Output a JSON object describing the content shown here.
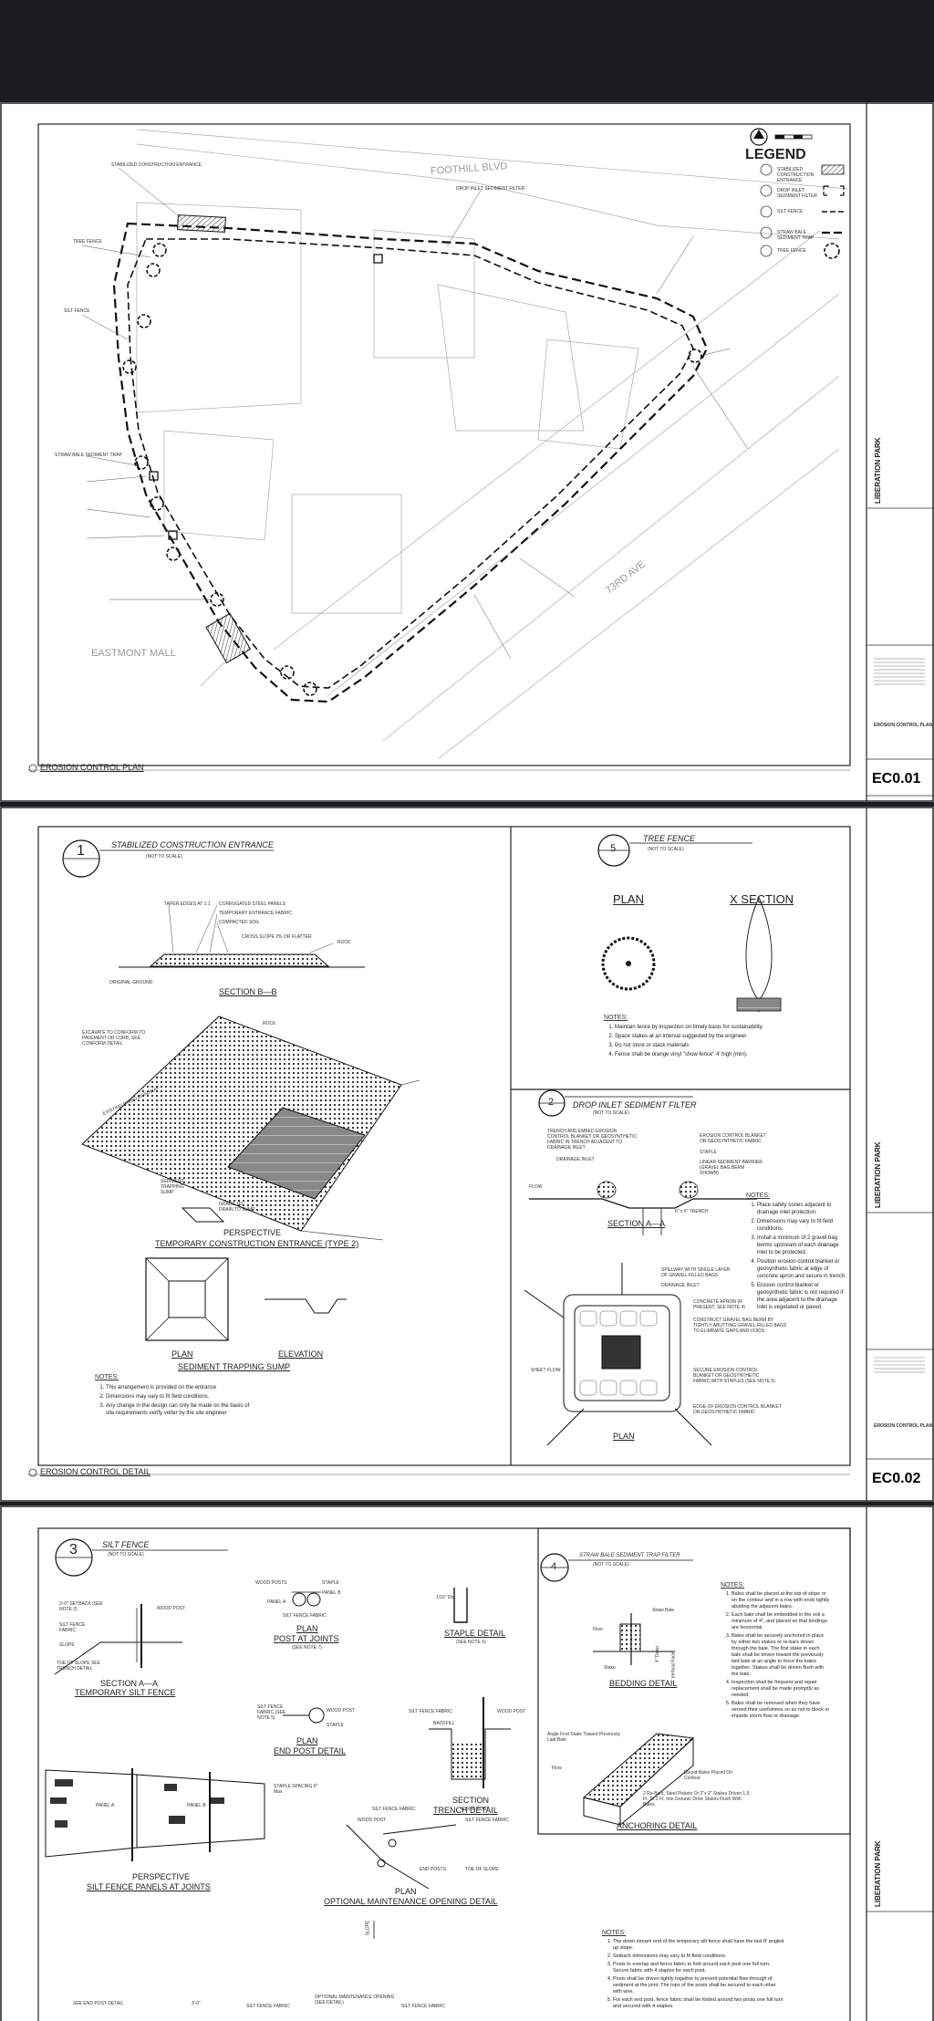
{
  "legend": {
    "title": "LEGEND",
    "items": [
      "STABILIZED CONSTRUCTION ENTRANCE",
      "DROP INLET SEDIMENT FILTER",
      "SILT FENCE",
      "STRAW BALE SEDIMENT TRAP",
      "TREE FENCE"
    ]
  },
  "sheet1": {
    "street_top": "FOOTHILL BLVD",
    "street_right": "73RD AVE",
    "mall": "EASTMONT MALL",
    "title": "EROSION CONTROL PLAN",
    "project": "LIBERATION PARK",
    "sheet_title": "EROSION CONTROL PLAN",
    "sheet_number": "EC0.01",
    "callouts": [
      "STABILIZED CONSTRUCTION ENTRANCE",
      "TREE FENCE",
      "SILT FENCE",
      "STRAW BALE SEDIMENT TRAP",
      "DROP INLET SEDIMENT FILTER"
    ]
  },
  "sheet2": {
    "detail1_num": "1",
    "detail1_title": "STABILIZED CONSTRUCTION ENTRANCE",
    "detail1_nts": "(NOT TO SCALE)",
    "section_bb": "SECTION B—B",
    "labels_bb": [
      "TAPER EDGES AT 1:1",
      "CORRUGATED STEEL PANELS",
      "TEMPORARY ENTRANCE FABRIC",
      "COMPACTED SOIL",
      "CROSS SLOPE 2% OR FLATTER",
      "ROCK",
      "ORIGINAL GROUND"
    ],
    "persp_label1": "PERSPECTIVE",
    "persp_label2": "TEMPORARY CONSTRUCTION ENTRANCE (TYPE 2)",
    "persp_callouts": [
      "EXCAVATE TO CONFORM TO PAVEMENT OR CURB, SEE CONFORM DETAIL",
      "EXISTING PAVED ROADWAY",
      "ROCK",
      "SEDIMENT TRAPPING SUMP",
      "GRADE TO DRAIN TO SUMP"
    ],
    "plan": "PLAN",
    "elevation": "ELEVATION",
    "sump_title": "SEDIMENT TRAPPING SUMP",
    "notes_title": "NOTES:",
    "notes1": [
      "This arrangement is provided on the entrance",
      "Dimensions may vary to fit field conditions.",
      "Any change in the design can only be made on the basis of site requirements verify vetter by the site engineer"
    ],
    "detail5_num": "5",
    "detail5_title": "TREE FENCE",
    "detail5_nts": "(NOT TO SCALE)",
    "tf_plan": "PLAN",
    "tf_xsection": "X SECTION",
    "notes5": [
      "Maintain fence by inspection on timely basis for sustainability.",
      "Space stakes at an interval suggested by the engineer",
      "Do not store or stack materials",
      "Fence shall be orange vinyl \"show fence\" 4' high (min)."
    ],
    "detail2_num": "2",
    "detail2_title": "DROP INLET SEDIMENT FILTER",
    "detail2_nts": "(NOT TO SCALE)",
    "section_aa": "SECTION A—A",
    "di_plan": "PLAN",
    "di_callouts": [
      "TRENCH AND EMBED EROSION CONTROL BLANKET OR GEOSYNTHETIC FABRIC IN TRENCH ADJACENT TO DRAINAGE INLET",
      "DRAINAGE INLET",
      "FLOW",
      "EROSION CONTROL BLANKET OR GEOSYNTHETIC FABRIC",
      "STAPLE",
      "LINEAR SEDIMENT BARRIER (GRAVEL BAG BERM SHOWN)",
      "6\" x 6\" TRENCH",
      "SPILLWAY WITH SINGLE LAYER OF GRAVEL-FILLED BAGS",
      "DRAINAGE INLET",
      "CONCRETE APRON (IF PRESENT, SEE NOTE 4)",
      "CONSTRUCT GRAVEL BAG BERM BY TIGHTLY ABUTTING GRAVEL-FILLED BAGS TO ELIMINATE GAPS AND VOIDS",
      "SHEET FLOW",
      "SECURE EROSION CONTROL BLANKET OR GEOSYNTHETIC FABRIC WITH STAPLES (SEE NOTE 5)",
      "EDGE OF EROSION CONTROL BLANKET OR GEOSYNTHETIC FABRIC"
    ],
    "notes2": [
      "Place safety cones adjacent to drainage inlet protection.",
      "Dimensions may vary to fit field conditions.",
      "Install a minimum of 2 gravel bag berms upstream of each drainage inlet to be protected.",
      "Position erosion control blanket or geosynthetic fabric at edge of concrete apron and secure in trench.",
      "Erosion control blanket or geosynthetic fabric is not required if the area adjacent to the drainage inlet is vegetated or paved."
    ],
    "title": "EROSION CONTROL DETAIL",
    "project": "LIBERATION PARK",
    "sheet_title": "EROSION CONTROL PLAN",
    "sheet_number": "EC0.02"
  },
  "sheet3": {
    "detail3_num": "3",
    "detail3_title": "SILT FENCE",
    "detail3_nts": "(NOT TO SCALE)",
    "sa_labels": [
      "3'-0\" SETBACK (SEE NOTE 2)",
      "WOOD POST",
      "SILT FENCE FABRIC",
      "SLOPE",
      "TOE OF SLOPE SEE TRENCH DETAIL"
    ],
    "sa_title1": "SECTION A—A",
    "sa_title2": "TEMPORARY SILT FENCE",
    "post_joint_labels": [
      "WOOD POSTS",
      "STAPLE",
      "PANEL B",
      "PANEL A",
      "SILT FENCE FABRIC"
    ],
    "post_joint_title1": "PLAN",
    "post_joint_title2": "POST AT JOINTS",
    "post_joint_note": "(SEE NOTE 7)",
    "end_post_labels": [
      "SILT FENCE FABRIC (SEE NOTE 5)",
      "WOOD POST",
      "STAPLE"
    ],
    "end_post_title1": "PLAN",
    "end_post_title2": "END POST DETAIL",
    "staple_dim": "1/16\" Dia",
    "staple_title": "STAPLE DETAIL",
    "staple_note": "(SEE NOTE 6)",
    "trench_labels": [
      "SILT FENCE FABRIC",
      "BACKFILL",
      "WOOD POST"
    ],
    "trench_title1": "SECTION",
    "trench_title2": "TRENCH DETAIL",
    "persp_labels": [
      "PANEL A",
      "PANEL B",
      "STAPLE SPACING 6\" Max"
    ],
    "persp_title1": "PERSPECTIVE",
    "persp_title2": "SILT FENCE PANELS AT JOINTS",
    "maint_labels": [
      "SILT FENCE FABRIC",
      "WOOD POST",
      "WOOD POST",
      "SILT FENCE FABRIC",
      "END POSTS",
      "TOE OF SLOPE",
      "SLOPE"
    ],
    "maint_title1": "PLAN",
    "maint_title2": "OPTIONAL MAINTENANCE OPENING DETAIL",
    "detail4_num": "4",
    "detail4_title": "STRAW BALE SEDIMENT TRAP FILTER",
    "detail4_nts": "(NOT TO SCALE)",
    "bedding_labels": [
      "Straw Bale",
      "Flow",
      "4\" Deep",
      "Vertical Face",
      "Stake"
    ],
    "bedding_title": "BEDDING DETAIL",
    "anchor_labels": [
      "Angle First Stake Toward Previously Laid Bale",
      "Flow",
      "Bound Bales Placed On Contour",
      "2 Re-Bars, Steel Pickets Or 2\"x 2\" Stakes Driven 1.5 Ft. To 2 Ft. Into Ground. Drive Stakes Flush With Bales."
    ],
    "anchor_title": "ANCHORING DETAIL",
    "notes_title": "NOTES:",
    "notes4": [
      "Bales shall be placed at the top of slope or on the contour and in a row with ends tightly abutting the adjacent bales.",
      "Each bale shall be embedded in the soil a minimum of 4\", and placed so that bindings are horizontal.",
      "Bales shall be securely anchored in place by either two stakes or re-bars driven through the bale. The first stake in each bale shall be driven toward the previously laid bale at an angle to force the bales together. Stakes shall be driven flush with the bale.",
      "Inspection shall be frequent and repair replacement shall be made promptly as needed.",
      "Bales shall be removed when they have served their usefulness so as not to block or impede storm flow or drainage."
    ],
    "notes3": [
      "The down stream end of the temporary silt fence shall have the last 8' angled up slope.",
      "Setback dimensions may vary to fit field conditions.",
      "Posts to overlap and fence fabric to fold around each post one full turn. Secure fabric with 4 staples for each post.",
      "Posts shall be driven tightly together to prevent potential flow-through of sediment at the joint. The tops of the posts shall be secured to each other with wire.",
      "For each end post, fence fabric shall be folded around two posts one full turn and secured with 4 staples."
    ],
    "bottom_labels": [
      "SEE END POST DETAIL",
      "3'-0\"",
      "SILT FENCE FABRIC",
      "OPTIONAL MAINTENANCE OPENING (SEE DETAIL)",
      "SILT FENCE FABRIC"
    ],
    "project": "LIBERATION PARK"
  }
}
